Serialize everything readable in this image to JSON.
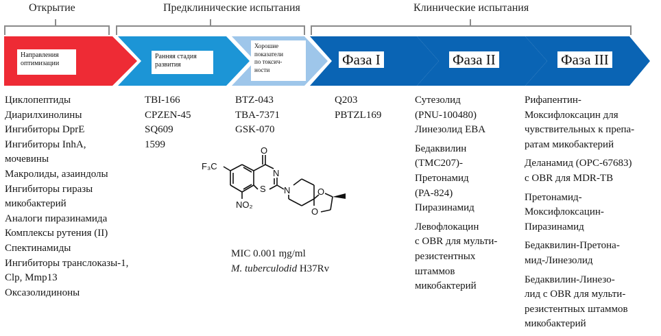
{
  "stages": [
    {
      "title": "Открытие"
    },
    {
      "title": "Предклинические испытания"
    },
    {
      "title": "Клинические испытания"
    }
  ],
  "pipeline": {
    "colors": {
      "discovery": "#ee2b35",
      "early": "#1c95d6",
      "tox": "#9ec6ea",
      "clinical": "#0a64b4"
    },
    "steps": [
      {
        "label": "Направления оптимизации",
        "lines": [
          "Направления",
          "оптимизации"
        ]
      },
      {
        "label": "Ранняя стадия развития",
        "lines": [
          "Ранняя стадия",
          "развития"
        ]
      },
      {
        "label": "Хорошие показатели по токсичности",
        "lines": [
          "Хорошие",
          "показатели",
          "по токсич-",
          "ности"
        ]
      },
      {
        "label": "Фаза I"
      },
      {
        "label": "Фаза II"
      },
      {
        "label": "Фаза III"
      }
    ]
  },
  "columns": {
    "discovery": [
      "Циклопептиды",
      "Диарилхинолины",
      "Ингибиторы DprE",
      "Ингибиторы InhA,",
      "мочевины",
      "Макролиды, азаиндолы",
      "Ингибиторы гиразы",
      "микобактерий",
      "Аналоги пиразинамида",
      "Комплексы рутения (II)",
      "Спектинамиды",
      "Ингибиторы транслоказы-1,",
      "Clp, Mmp13",
      "Оксазолидиноны"
    ],
    "early": [
      "TBI-166",
      "CPZEN-45",
      "SQ609",
      "1599"
    ],
    "tox": [
      "BTZ-043",
      "TBA-7371",
      "GSK-070"
    ],
    "phase1": [
      "Q203",
      "PBTZL169"
    ],
    "phase2": [
      [
        "Сутезолид",
        "(PNU-100480)",
        "Линезолид EBA"
      ],
      [
        "Бедаквилин",
        "(TMC207)-",
        "Претонамид",
        "(PA-824)",
        "Пиразинамид"
      ],
      [
        "Левофлокацин",
        "с OBR для мульти-",
        "резистентных",
        "штаммов",
        "микобактерий"
      ]
    ],
    "phase3": [
      [
        "Рифапентин-",
        "Моксифлоксацин для",
        "чувствительных к препа-",
        "ратам микобактерий"
      ],
      [
        "Деланамид (OPC-67683)",
        "с OBR для MDR-TB"
      ],
      [
        "Претонамид-",
        "Моксифлоксацин-",
        "Пиразинамид"
      ],
      [
        "Бедаквилин-Претона-",
        "мид-Линезолид"
      ],
      [
        "Бедаквилин-Линезо-",
        "лид с OBR для мульти-",
        "резистентных штаммов",
        "микобактерий"
      ]
    ]
  },
  "molecule": {
    "labels": {
      "o_top": "O",
      "n_ring": "N",
      "s_ring": "S",
      "n_pip": "N",
      "o1": "O",
      "o2": "O",
      "cf3": "F₃C",
      "no2": "NO₂"
    },
    "mic_line": "MIC 0.001 ɱg/ml",
    "organism_italic": "M. tuberculodid",
    "strain": " H37Rv"
  }
}
